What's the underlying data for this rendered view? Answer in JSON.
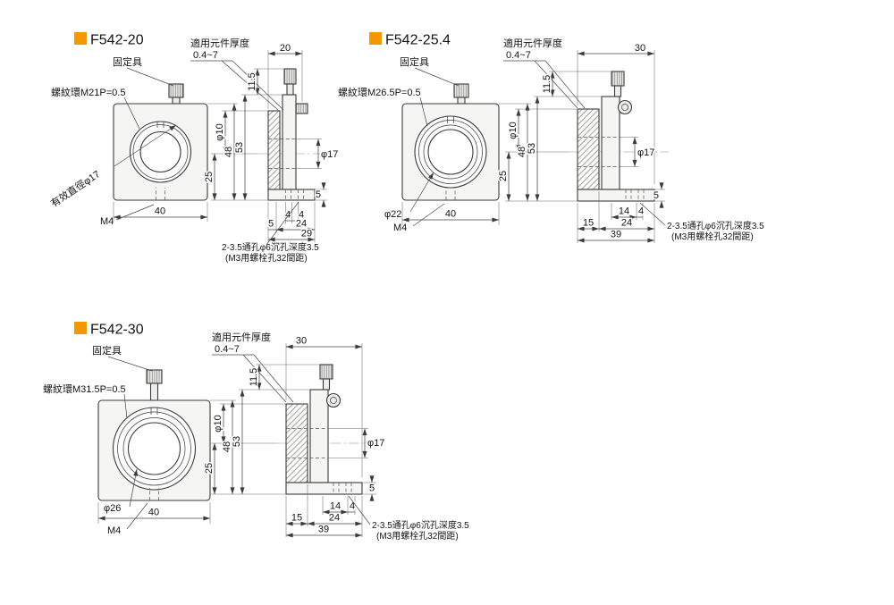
{
  "page": {
    "background": "#ffffff",
    "accent_color": "#f39800",
    "line_color": "#3b3b3b",
    "text_color": "#141414"
  },
  "panels": [
    {
      "title": "F542-20",
      "labels": {
        "fixture": "固定具",
        "thread_ring": "螺紋環M21P=0.5",
        "effective_diameter": "有效直徑φ17",
        "bottom_thread": "M4",
        "thickness_title": "適用元件厚度",
        "thickness_range": "0.4~7",
        "note_line1": "2-3.5通孔φ6沉孔深度3.5",
        "note_line2": "(M3用螺栓孔32間距)"
      },
      "dims": {
        "body_width": "40",
        "top_depth": "20",
        "knob_height": "11.5",
        "knob_diameter": "φ10",
        "height_body": "48",
        "height_total": "53",
        "center_height": "25",
        "aperture": "φ17",
        "base_thickness": "5",
        "front_overhang": "5",
        "hole_offset_left": "4",
        "hole_offset_right": "4",
        "hole_pitch": "24",
        "base_depth": "29"
      }
    },
    {
      "title": "F542-25.4",
      "labels": {
        "fixture": "固定具",
        "thread_ring": "螺紋環M26.5P=0.5",
        "aperture_diameter": "φ22",
        "bottom_thread": "M4",
        "thickness_title": "適用元件厚度",
        "thickness_range": "0.4~7",
        "note_line1": "2-3.5通孔φ6沉孔深度3.5",
        "note_line2": "(M3用螺栓孔32間距)"
      },
      "dims": {
        "body_width": "40",
        "top_depth": "30",
        "knob_height": "11.5",
        "knob_diameter": "φ10",
        "height_body": "48",
        "height_total": "53",
        "center_height": "25",
        "aperture": "φ17",
        "base_thickness": "5",
        "holder_depth": "15",
        "hole_offset_left": "14",
        "hole_offset_right": "4",
        "hole_pitch": "24",
        "base_depth": "39"
      }
    },
    {
      "title": "F542-30",
      "labels": {
        "fixture": "固定具",
        "thread_ring": "螺紋環M31.5P=0.5",
        "aperture_diameter": "φ26",
        "bottom_thread": "M4",
        "thickness_title": "適用元件厚度",
        "thickness_range": "0.4~7",
        "note_line1": "2-3.5通孔φ6沉孔深度3.5",
        "note_line2": "(M3用螺栓孔32間距)"
      },
      "dims": {
        "body_width": "40",
        "top_depth": "30",
        "knob_height": "11.5",
        "knob_diameter": "φ10",
        "height_body": "48",
        "height_total": "53",
        "center_height": "25",
        "aperture": "φ17",
        "base_thickness": "5",
        "holder_depth": "15",
        "hole_offset_left": "14",
        "hole_offset_right": "4",
        "hole_pitch": "24",
        "base_depth": "39"
      }
    }
  ]
}
